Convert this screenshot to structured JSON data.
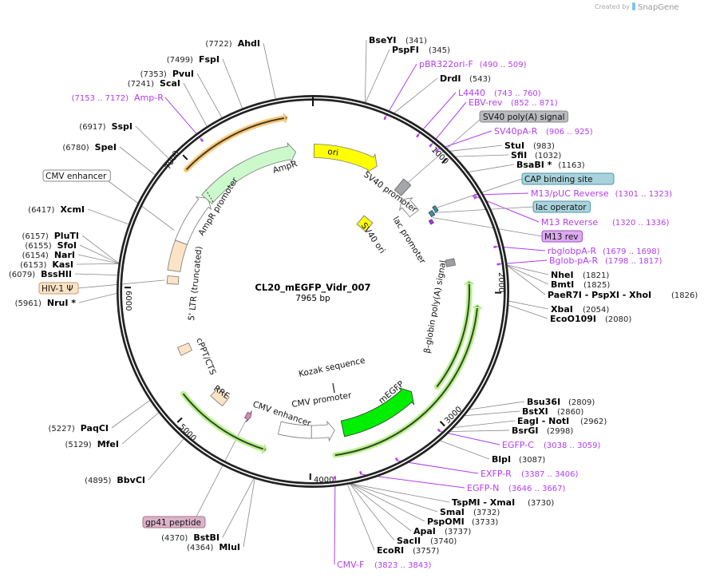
{
  "credit": {
    "prefix": "Created by",
    "brand": "SnapGene"
  },
  "plasmid": {
    "name": "CL20_mEGFP_Vidr_007",
    "length_label": "7965 bp",
    "length_bp": 7965
  },
  "ticks": [
    "1000",
    "2000",
    "3000",
    "4000",
    "5000",
    "6000",
    "7000"
  ],
  "enzymes": [
    {
      "name": "BseYI",
      "pos": "(341)",
      "bp": 341
    },
    {
      "name": "PspFI",
      "pos": "(345)",
      "bp": 345
    },
    {
      "name": "DrdI",
      "pos": "(543)",
      "bp": 543
    },
    {
      "name": "StuI",
      "pos": "(983)",
      "bp": 983
    },
    {
      "name": "SfiI",
      "pos": "(1032)",
      "bp": 1032
    },
    {
      "name": "BsaBI *",
      "pos": "(1163)",
      "bp": 1163
    },
    {
      "name": "NheI",
      "pos": "(1821)",
      "bp": 1821
    },
    {
      "name": "BmtI",
      "pos": "(1825)",
      "bp": 1825
    },
    {
      "name": "PaeR7I  - PspXI  - XhoI",
      "pos": "(1826)",
      "bp": 1826
    },
    {
      "name": "XbaI",
      "pos": "(2054)",
      "bp": 2054
    },
    {
      "name": "EcoO109I",
      "pos": "(2080)",
      "bp": 2080
    },
    {
      "name": "Bsu36I",
      "pos": "(2809)",
      "bp": 2809
    },
    {
      "name": "BstXI",
      "pos": "(2860)",
      "bp": 2860
    },
    {
      "name": "EagI  - NotI",
      "pos": "(2962)",
      "bp": 2962
    },
    {
      "name": "BsrGI",
      "pos": "(2998)",
      "bp": 2998
    },
    {
      "name": "BlpI",
      "pos": "(3087)",
      "bp": 3087
    },
    {
      "name": "TspMI  - XmaI",
      "pos": "(3730)",
      "bp": 3730
    },
    {
      "name": "SmaI",
      "pos": "(3732)",
      "bp": 3732
    },
    {
      "name": "PspOMI",
      "pos": "(3733)",
      "bp": 3733
    },
    {
      "name": "ApaI",
      "pos": "(3737)",
      "bp": 3737
    },
    {
      "name": "SacII",
      "pos": "(3740)",
      "bp": 3740
    },
    {
      "name": "EcoRI",
      "pos": "(3757)",
      "bp": 3757
    },
    {
      "name": "MluI",
      "pos": "(4364)",
      "bp": 4364
    },
    {
      "name": "BstBI",
      "pos": "(4370)",
      "bp": 4370
    },
    {
      "name": "BbvCI",
      "pos": "(4895)",
      "bp": 4895
    },
    {
      "name": "MfeI",
      "pos": "(5129)",
      "bp": 5129
    },
    {
      "name": "PaqCI",
      "pos": "(5227)",
      "bp": 5227
    },
    {
      "name": "NruI *",
      "pos": "(5961)",
      "bp": 5961
    },
    {
      "name": "BssHII",
      "pos": "(6079)",
      "bp": 6079
    },
    {
      "name": "KasI",
      "pos": "(6153)",
      "bp": 6153
    },
    {
      "name": "NarI",
      "pos": "(6154)",
      "bp": 6154
    },
    {
      "name": "SfoI",
      "pos": "(6155)",
      "bp": 6155
    },
    {
      "name": "PluTI",
      "pos": "(6157)",
      "bp": 6157
    },
    {
      "name": "XcmI",
      "pos": "(6417)",
      "bp": 6417
    },
    {
      "name": "SpeI",
      "pos": "(6780)",
      "bp": 6780
    },
    {
      "name": "SspI",
      "pos": "(6917)",
      "bp": 6917
    },
    {
      "name": "ScaI",
      "pos": "(7241)",
      "bp": 7241
    },
    {
      "name": "PvuI",
      "pos": "(7353)",
      "bp": 7353
    },
    {
      "name": "FspI",
      "pos": "(7499)",
      "bp": 7499
    },
    {
      "name": "AhdI",
      "pos": "(7722)",
      "bp": 7722
    }
  ],
  "primers": [
    {
      "name": "pBR322ori-F",
      "range": "(490 .. 509)",
      "bp": 500
    },
    {
      "name": "L4440",
      "range": "(743 .. 760)",
      "bp": 751
    },
    {
      "name": "EBV-rev",
      "range": "(852 .. 871)",
      "bp": 861
    },
    {
      "name": "SV40pA-R",
      "range": "(906 .. 925)",
      "bp": 915
    },
    {
      "name": "M13/pUC Reverse",
      "range": "(1301 .. 1323)",
      "bp": 1312
    },
    {
      "name": "M13 Reverse",
      "range": "(1320 .. 1336)",
      "bp": 1328
    },
    {
      "name": "rbglobpA-R",
      "range": "(1679 .. 1698)",
      "bp": 1688
    },
    {
      "name": "Bglob-pA-R",
      "range": "(1798 .. 1817)",
      "bp": 1807
    },
    {
      "name": "EGFP-C",
      "range": "(3038 .. 3059)",
      "bp": 3048
    },
    {
      "name": "EXFP-R",
      "range": "(3387 .. 3406)",
      "bp": 3396
    },
    {
      "name": "EGFP-N",
      "range": "(3646 .. 3667)",
      "bp": 3656
    },
    {
      "name": "CMV-F",
      "range": "(3823 .. 3843)",
      "bp": 3833
    },
    {
      "name": "Amp-R",
      "range": "(7153 .. 7172)",
      "bp": 7162
    }
  ],
  "feature_boxes": [
    {
      "label": "SV40 poly(A) signal",
      "color": "#b8babd"
    },
    {
      "label": "CAP binding site",
      "color": "#a9d3dc"
    },
    {
      "label": "lac operator",
      "color": "#a9d3dc"
    },
    {
      "label": "M13 rev",
      "color": "#dcaaf0"
    },
    {
      "label": "CMV enhancer",
      "color": "#ffffff"
    },
    {
      "label": "HIV-1 Ψ",
      "color": "#fde3c6"
    },
    {
      "label": "gp41 peptide",
      "color": "#dcb3c8"
    }
  ],
  "features": {
    "ori": "ori",
    "ampr": "AmpR",
    "ampr_promoter": "AmpR promoter",
    "ltr": "5' LTR (truncated)",
    "cppt": "cPPT/CTS",
    "rre": "RRE",
    "cmv_enhancer": "CMV enhancer",
    "cmv_promoter": "CMV promoter",
    "kozak": "Kozak sequence",
    "megfp": "mEGFP",
    "bglobin": "β-globin poly(A) signal",
    "sv40_promoter": "SV40 promoter",
    "lac_promoter": "lac promoter",
    "sv40_ori": "SV40 ori"
  },
  "colors": {
    "ori": "#ffff00",
    "ampr": "#ccf9cc",
    "ltr": "#fde3c6",
    "megfp": "#00ee00",
    "primer": "#b33cf2",
    "orf_glow": "#b9f08f",
    "amp_glow": "#f8c97c"
  }
}
